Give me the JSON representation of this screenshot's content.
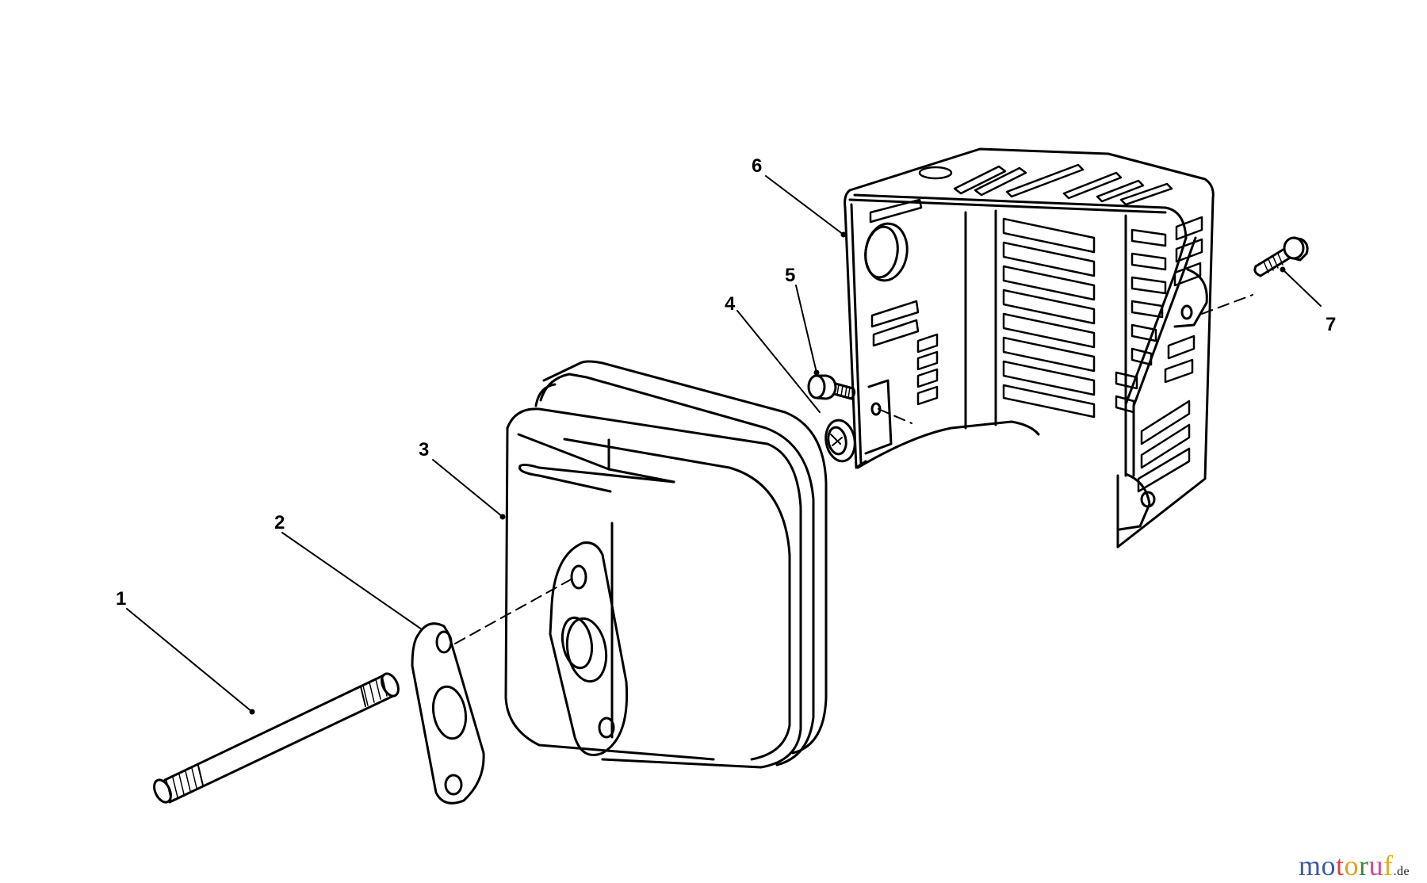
{
  "diagram": {
    "type": "exploded-parts-drawing",
    "subject": "muffler assembly with heat shield",
    "callouts": [
      {
        "id": "1",
        "label": "1",
        "part": "stud"
      },
      {
        "id": "2",
        "label": "2",
        "part": "gasket"
      },
      {
        "id": "3",
        "label": "3",
        "part": "muffler"
      },
      {
        "id": "4",
        "label": "4",
        "part": "lock washer"
      },
      {
        "id": "5",
        "label": "5",
        "part": "screw"
      },
      {
        "id": "6",
        "label": "6",
        "part": "muffler shield"
      },
      {
        "id": "7",
        "label": "7",
        "part": "screw"
      }
    ]
  },
  "watermark": {
    "letters": [
      {
        "ch": "m",
        "color": "#3b5aa6"
      },
      {
        "ch": "o",
        "color": "#3b5aa6"
      },
      {
        "ch": "t",
        "color": "#d9453b"
      },
      {
        "ch": "o",
        "color": "#e0a020"
      },
      {
        "ch": "r",
        "color": "#3b8a3b"
      },
      {
        "ch": "u",
        "color": "#d94a8a"
      },
      {
        "ch": "f",
        "color": "#e0b020"
      }
    ],
    "suffix": ".de"
  }
}
